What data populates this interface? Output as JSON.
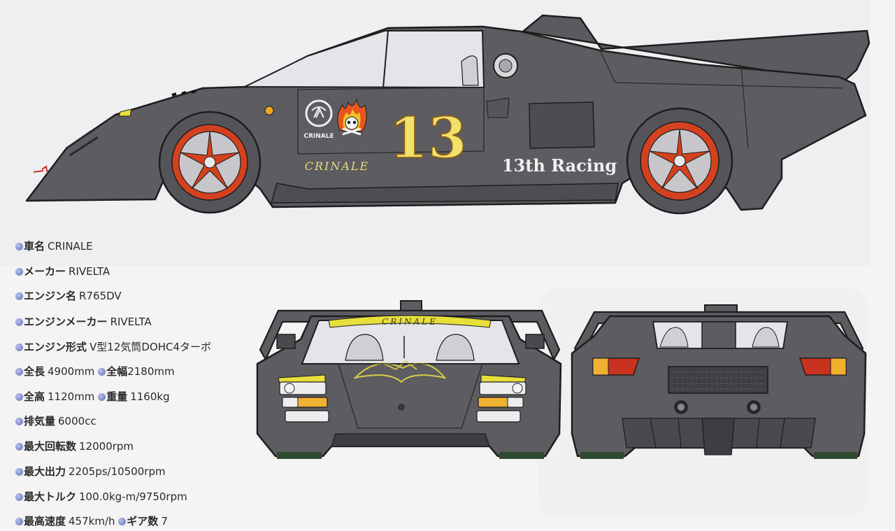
{
  "car": {
    "side_number": "13",
    "logo_text": "CRINALE",
    "side_script": "CRINALE",
    "team_script": "13th Racing",
    "front_banner": "CRINALE"
  },
  "specs": [
    {
      "items": [
        {
          "label": "車名",
          "value": "CRINALE"
        }
      ]
    },
    {
      "items": [
        {
          "label": "メーカー",
          "value": "RIVELTA"
        }
      ]
    },
    {
      "items": [
        {
          "label": "エンジン名",
          "value": "R765DV"
        }
      ]
    },
    {
      "items": [
        {
          "label": "エンジンメーカー",
          "value": "RIVELTA"
        }
      ]
    },
    {
      "items": [
        {
          "label": "エンジン形式",
          "value": "V型12気筒DOHC4ターボ"
        }
      ]
    },
    {
      "items": [
        {
          "label": "全長",
          "value": "4900mm"
        },
        {
          "label": "全幅",
          "value": "2180mm"
        }
      ]
    },
    {
      "items": [
        {
          "label": "全高",
          "value": "1120mm"
        },
        {
          "label": "重量",
          "value": "1160kg"
        }
      ]
    },
    {
      "items": [
        {
          "label": "排気量",
          "value": "6000cc"
        }
      ]
    },
    {
      "items": [
        {
          "label": "最大回転数",
          "value": "12000rpm"
        }
      ]
    },
    {
      "items": [
        {
          "label": "最大出力",
          "value": "2205ps/10500rpm"
        }
      ]
    },
    {
      "items": [
        {
          "label": "最大トルク",
          "value": "100.0kg-m/9750rpm"
        }
      ]
    },
    {
      "items": [
        {
          "label": "最高速度",
          "value": "457km/h"
        },
        {
          "label": "ギア数",
          "value": "7"
        }
      ]
    }
  ],
  "colors": {
    "body": "#5c5c61",
    "body_dark": "#46464a",
    "outline": "#1e1e1e",
    "glass": "#e6e7ea",
    "wheel_red": "#d4411f",
    "number_yellow": "#f1e06a",
    "taillight": "#c8321e",
    "bullet": "#7480c8"
  },
  "icons": {
    "side_logo": "crinale-circle-logo-icon",
    "skull": "flaming-skull-icon",
    "fuel_cap": "fuel-cap-icon",
    "wheel": "five-spoke-wheel-icon",
    "bullet": "blue-dot-icon"
  }
}
